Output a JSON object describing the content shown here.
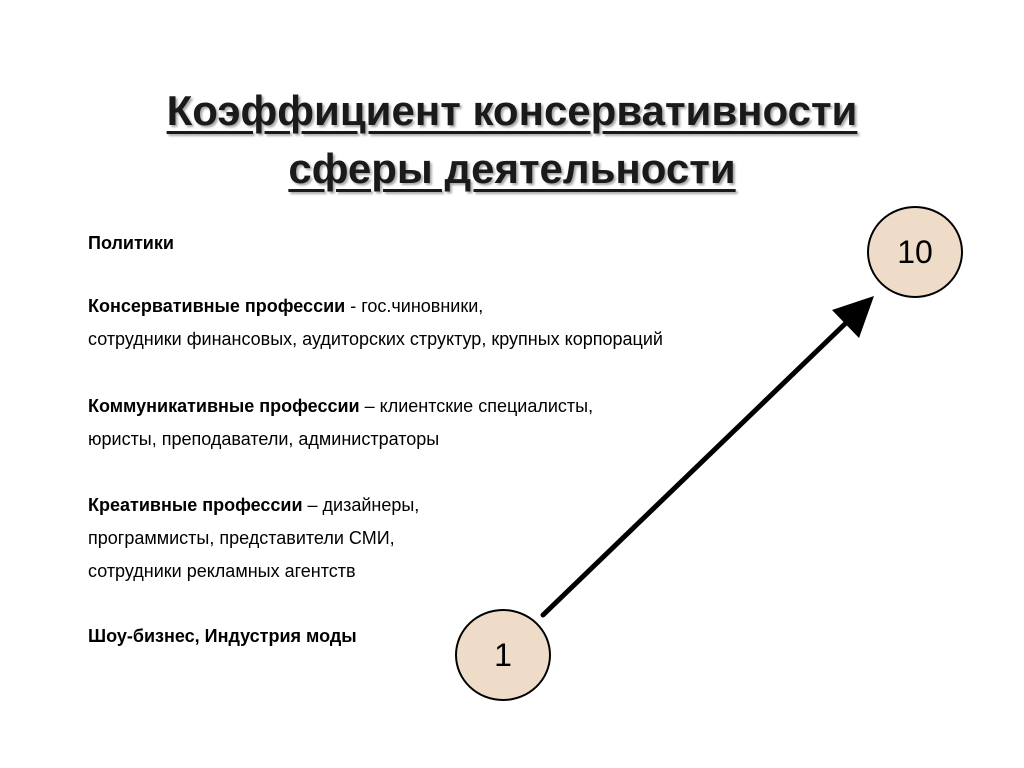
{
  "title": {
    "line1": "Коэффициент консервативности",
    "line2": "сферы деятельности"
  },
  "blocks": {
    "politics": {
      "bold": "Политики"
    },
    "conservative": {
      "bold": "Консервативные профессии",
      "rest1": " - гос.чиновники,",
      "line2": "сотрудники финансовых, аудиторских структур, крупных корпораций"
    },
    "communicative": {
      "bold": "Коммуникативные профессии",
      "rest1": " – клиентские специалисты,",
      "line2": "юристы, преподаватели, администраторы"
    },
    "creative": {
      "bold": "Креативные профессии",
      "rest1": " – дизайнеры,",
      "line2": "программисты, представители СМИ,",
      "line3": "сотрудники рекламных агентств"
    },
    "show": {
      "bold": "Шоу-бизнес, Индустрия моды"
    }
  },
  "scale": {
    "top_value": "10",
    "bottom_value": "1"
  },
  "colors": {
    "circle_fill": "#efdcc8",
    "arrow": "#000000"
  }
}
